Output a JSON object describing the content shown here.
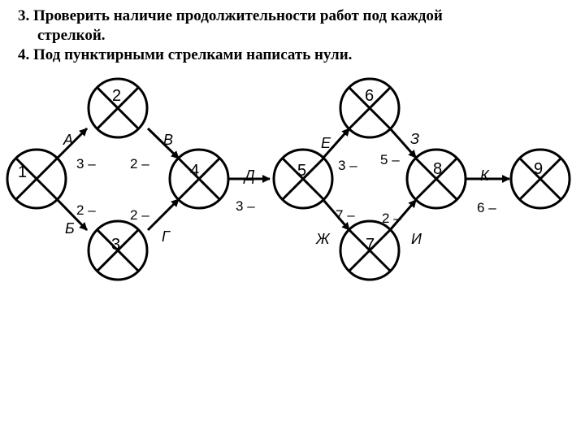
{
  "instructions": {
    "line1_num": "3.",
    "line1_text": "Проверить наличие продолжительности работ под каждой",
    "line1_cont": "стрелкой.",
    "line2_num": "4.",
    "line2_text": "Под пунктирными стрелками написать нули."
  },
  "nodes": {
    "n1": "1",
    "n2": "2",
    "n3": "3",
    "n4": "4",
    "n5": "5",
    "n6": "6",
    "n7": "7",
    "n8": "8",
    "n9": "9"
  },
  "activities": {
    "A": "А",
    "B": "Б",
    "V": "В",
    "G": "Г",
    "D": "Д",
    "E": "Е",
    "Zh": "Ж",
    "Z": "З",
    "I": "И",
    "K": "К"
  },
  "durations": {
    "A": "3",
    "B": "2",
    "V": "2",
    "G": "2",
    "D": "3",
    "E": "3",
    "Zh": "7",
    "Z": "5",
    "I": "2",
    "K": "6",
    "dash": "–"
  }
}
